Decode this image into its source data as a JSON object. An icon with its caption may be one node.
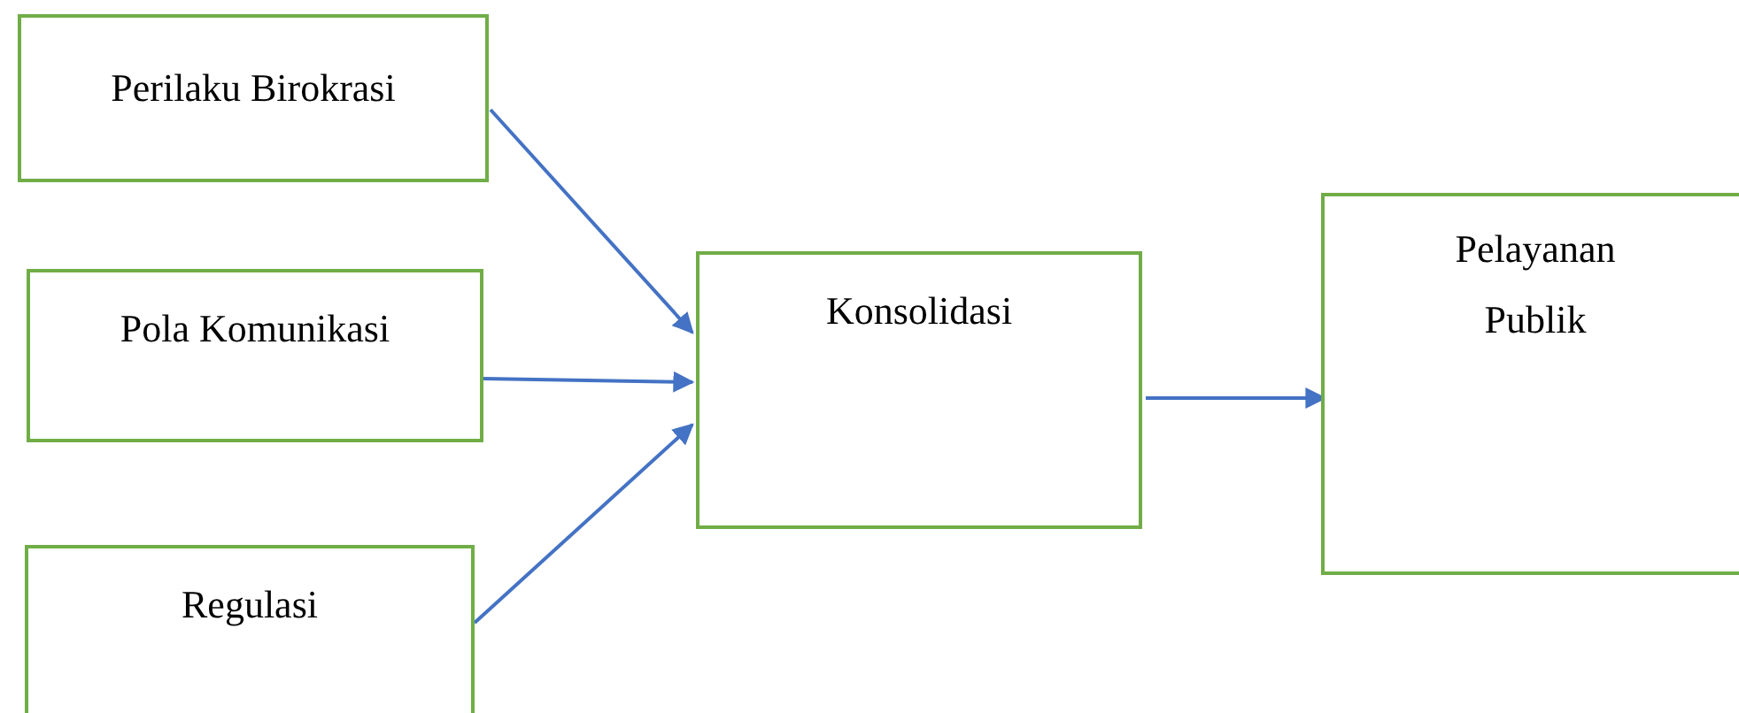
{
  "diagram": {
    "nodes": [
      {
        "text": [
          "Perilaku Birokrasi"
        ]
      },
      {
        "text": [
          "Pola Komunikasi"
        ]
      },
      {
        "text": [
          "Regulasi"
        ]
      },
      {
        "text": [
          "Konsolidasi"
        ]
      },
      {
        "text": [
          "Pelayanan Publik"
        ]
      }
    ],
    "edges": [
      {
        "from": 0,
        "to": 3,
        "arrow": "to"
      },
      {
        "from": 1,
        "to": 3,
        "arrow": "to"
      },
      {
        "from": 2,
        "to": 3,
        "arrow": "to"
      },
      {
        "from": 3,
        "to": 4,
        "arrow": "to"
      }
    ]
  }
}
